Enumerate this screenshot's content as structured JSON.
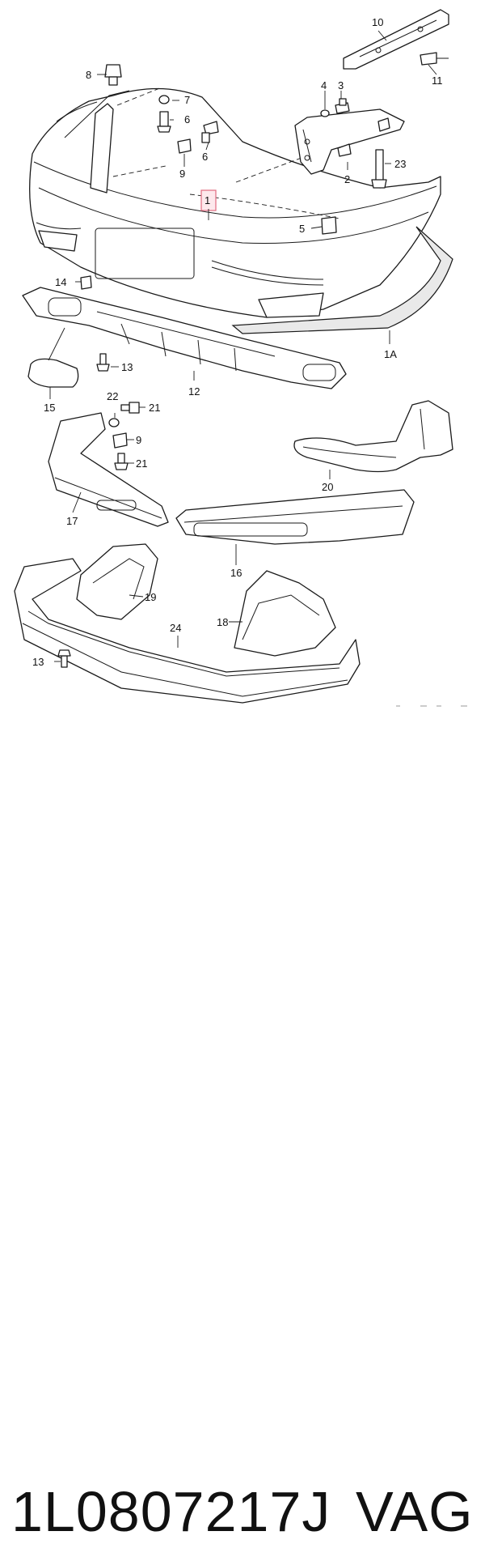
{
  "diagram": {
    "callouts": {
      "c1": "1",
      "c1a": "1A",
      "c2": "2",
      "c3": "3",
      "c4": "4",
      "c5": "5",
      "c6a": "6",
      "c6b": "6",
      "c7": "7",
      "c8": "8",
      "c9a": "9",
      "c9b": "9",
      "c10": "10",
      "c11": "11",
      "c12": "12",
      "c13a": "13",
      "c13b": "13",
      "c14": "14",
      "c15": "15",
      "c16": "16",
      "c17": "17",
      "c18": "18",
      "c19": "19",
      "c20": "20",
      "c21a": "21",
      "c21b": "21",
      "c22": "22",
      "c23": "23",
      "c24": "24"
    },
    "highlight_color": "#e06b80"
  },
  "caption": {
    "part_number": "1L0807217J",
    "maker": "VAG"
  }
}
